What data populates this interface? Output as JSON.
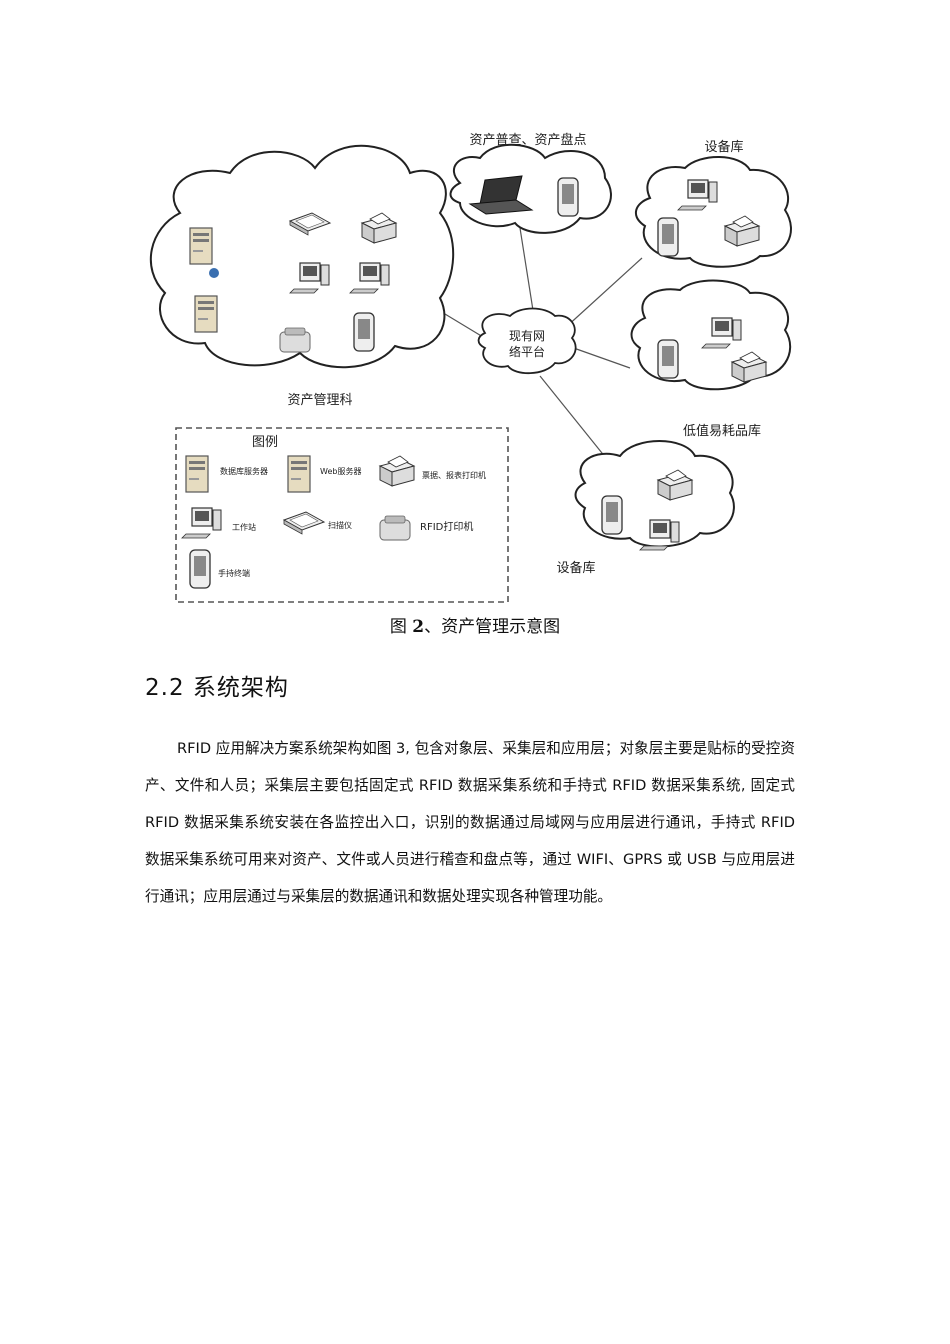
{
  "figure": {
    "labels": {
      "asset_survey": "资产普查、资产盘点",
      "device_store_top": "设备库",
      "network": "现有网络平台",
      "network_line1": "现有网",
      "network_line2": "络平台",
      "asset_dept": "资产管理科",
      "low_value_store": "低值易耗品库",
      "device_store_bottom": "设备库"
    },
    "legend": {
      "title": "图例",
      "db_server": "数据库服务器",
      "web_server": "Web服务器",
      "report_printer": "票据、报表打印机",
      "workstation": "工作站",
      "scanner": "扫描仪",
      "rfid_printer": "RFID打印机",
      "handheld": "手持终端"
    },
    "caption_prefix": "图 ",
    "caption_num": "2",
    "caption_text": "、资产管理示意图"
  },
  "section": {
    "heading": "2.2 系统架构",
    "paragraph": "RFID 应用解决方案系统架构如图 3, 包含对象层、采集层和应用层；对象层主要是贴标的受控资产、文件和人员；采集层主要包括固定式 RFID 数据采集系统和手持式 RFID 数据采集系统, 固定式 RFID 数据采集系统安装在各监控出入口，识别的数据通过局域网与应用层进行通讯，手持式 RFID 数据采集系统可用来对资产、文件或人员进行稽查和盘点等，通过 WIFI、GPRS 或 USB 与应用层进行通讯；应用层通过与采集层的数据通讯和数据处理实现各种管理功能。"
  }
}
